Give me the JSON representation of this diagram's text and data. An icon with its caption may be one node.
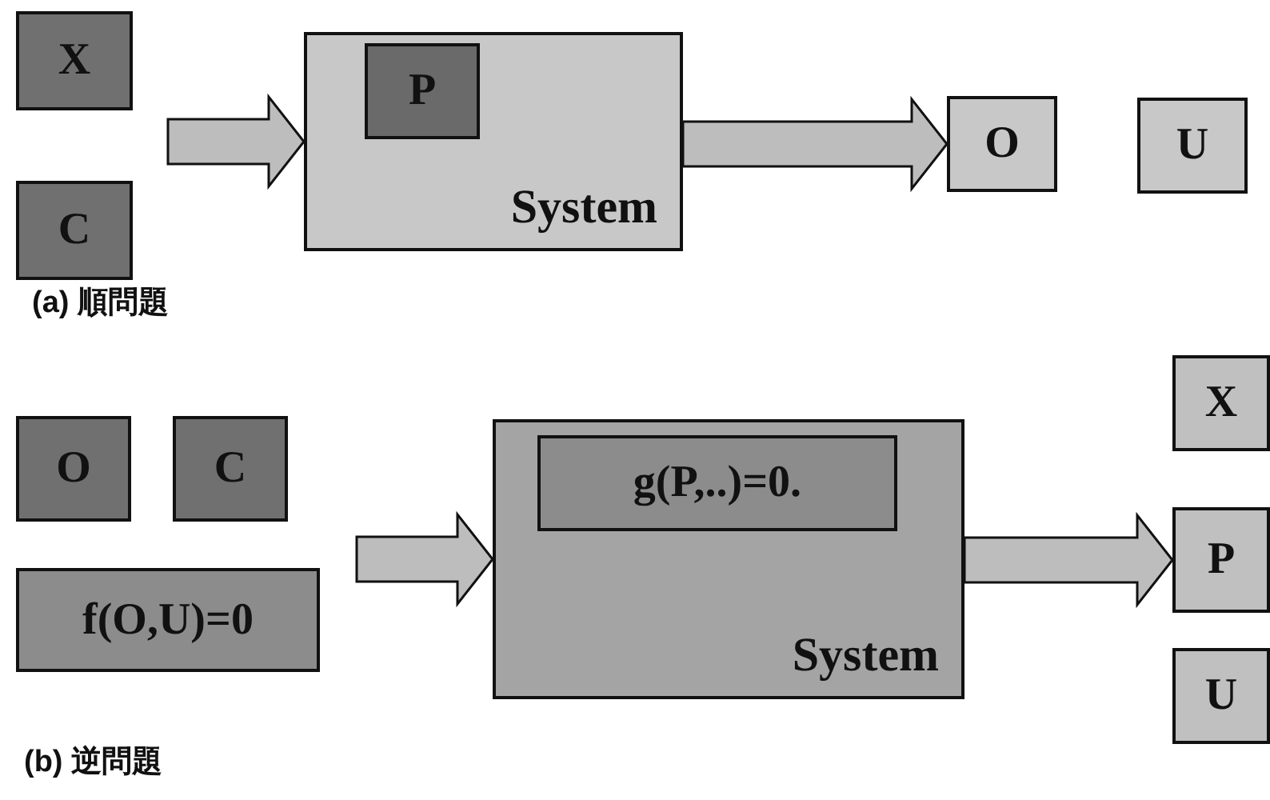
{
  "diagram": {
    "nodes": [
      {
        "text": [
          "X"
        ]
      },
      {
        "text": [
          "C"
        ]
      },
      {
        "text": [
          "System"
        ]
      },
      {
        "text": [
          "P"
        ],
        "in": 2
      },
      {
        "text": [
          "O"
        ]
      },
      {
        "text": [
          "U"
        ]
      },
      {
        "text": [
          "O"
        ]
      },
      {
        "text": [
          "C"
        ]
      },
      {
        "text": [
          "f(O,U)=0"
        ]
      },
      {
        "text": [
          "System"
        ]
      },
      {
        "text": [
          "g(P,..)=0."
        ],
        "in": 9
      },
      {
        "text": [
          "X"
        ]
      },
      {
        "text": [
          "P"
        ]
      },
      {
        "text": [
          "U"
        ]
      }
    ],
    "edges": [
      {
        "from": null,
        "to": 2,
        "arrow": "to"
      },
      {
        "from": 2,
        "to": 4,
        "arrow": "to"
      },
      {
        "from": null,
        "to": 9,
        "arrow": "to"
      },
      {
        "from": 9,
        "to": 12,
        "arrow": "to"
      }
    ],
    "labels": [
      "(a) 順問題",
      "(b) 逆問題"
    ]
  }
}
